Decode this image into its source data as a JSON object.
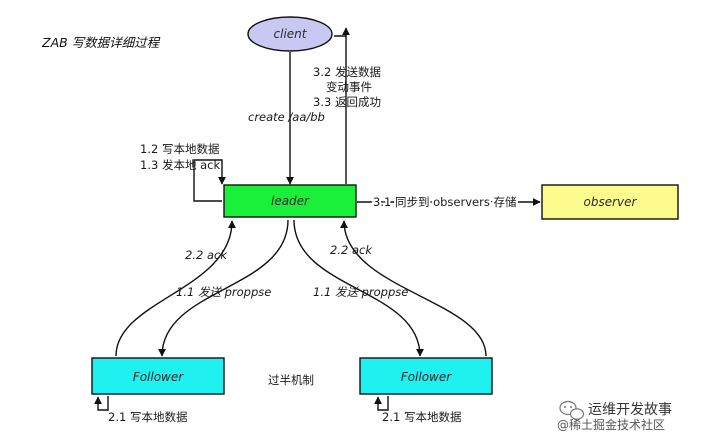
{
  "title": "ZAB 写数据详细过程",
  "nodes": {
    "client": "client",
    "leader": "leader",
    "observer": "observer",
    "follower_left": "Follower",
    "follower_right": "Follower"
  },
  "labels": {
    "create": "create /aa/bb",
    "send_change_1": "3.2 发送数据",
    "send_change_2": "变动事件",
    "return_success": "3.3 返回成功",
    "write_local": "1.2 写本地数据",
    "send_ack": "1.3 发本地 ack",
    "sync_observers": "3.1 同步到 observers 存储",
    "ack_left": "2.2 ack",
    "ack_right": "2.2 ack",
    "propose_left": "1.1 发送 proppse",
    "propose_right": "1.1 发送 proppse",
    "quorum": "过半机制",
    "follower_write_left": "2.1 写本地数据",
    "follower_write_right": "2.1 写本地数据"
  },
  "watermark": {
    "name": "运维开发故事",
    "sub": "@稀土掘金技术社区"
  },
  "colors": {
    "client_fill": "#c9c8f2",
    "leader_fill": "#1aef3a",
    "observer_fill": "#fbfb8e",
    "follower_fill": "#1ff0f0"
  }
}
